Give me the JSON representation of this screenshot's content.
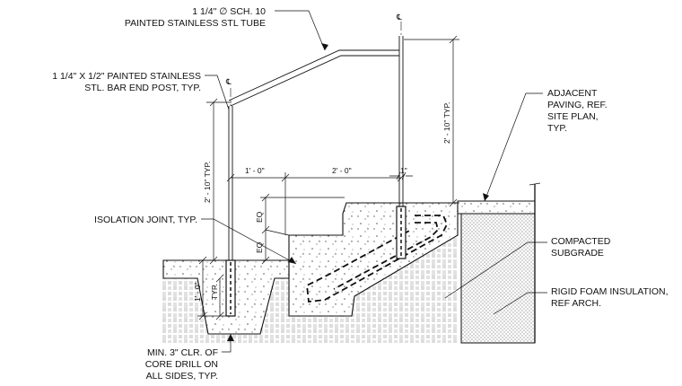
{
  "notes": {
    "tube_line1": "1 1/4\" ∅ SCH. 10",
    "tube_line2": "PAINTED STAINLESS STL TUBE",
    "post_line1": "1 1/4\" X 1/2\" PAINTED STAINLESS",
    "post_line2": "STL. BAR END POST, TYP.",
    "paving_line1": "ADJACENT",
    "paving_line2": "PAVING, REF.",
    "paving_line3": "SITE PLAN,",
    "paving_line4": "TYP.",
    "isolation": "ISOLATION JOINT, TYP.",
    "subgrade_line1": "COMPACTED",
    "subgrade_line2": "SUBGRADE",
    "foam_line1": "RIGID FOAM INSULATION,",
    "foam_line2": "REF ARCH.",
    "clr_line1": "MIN. 3\" CLR. OF",
    "clr_line2": "CORE DRILL ON",
    "clr_line3": "ALL SIDES, TYP."
  },
  "dimensions": {
    "left_height": "2' - 10\" TYP.",
    "right_height": "2' - 10\" TYP.",
    "one_foot": "1' - 0\"",
    "two_foot": "2' - 0\"",
    "one_inch": "1\"",
    "eq_upper": "EQ",
    "eq_lower": "EQ",
    "core_depth": "1' - 0\"",
    "typ": "TYP."
  },
  "symbols": {
    "centerline": "℄"
  },
  "colors": {
    "line": "#111111",
    "hatch": "#8a8a8a",
    "concrete": "#f4f4f4"
  }
}
